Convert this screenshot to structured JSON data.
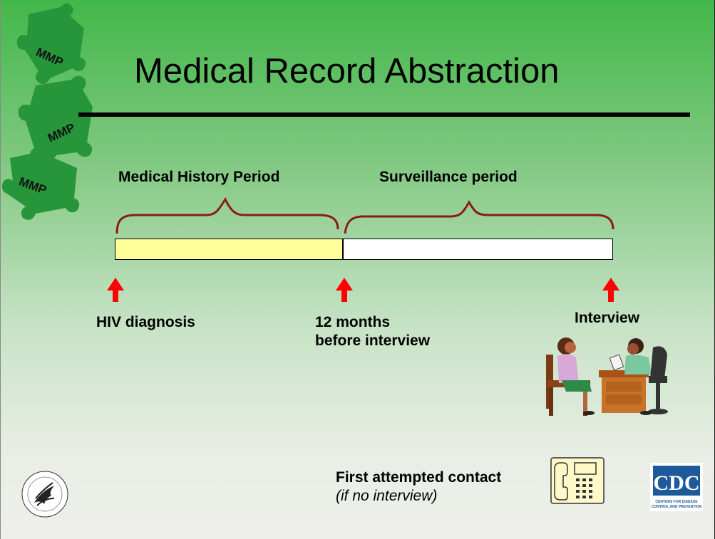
{
  "slide": {
    "title": "Medical Record Abstraction",
    "puzzle_label": "MMP"
  },
  "periods": {
    "history_label": "Medical History Period",
    "surveillance_label": "Surveillance period"
  },
  "markers": {
    "hiv_diagnosis": "HIV diagnosis",
    "twelve_months_line1": "12 months",
    "twelve_months_line2": "before interview",
    "interview": "Interview"
  },
  "contact": {
    "line1": "First attempted contact",
    "line2": "(if no interview)"
  },
  "logos": {
    "cdc_text": "CDC",
    "cdc_subtext_1": "CENTERS FOR DISEASE",
    "cdc_subtext_2": "CONTROL AND PREVENTION"
  },
  "colors": {
    "background_top": "#43b74a",
    "background_bottom": "#eeeeea",
    "puzzle_green": "#27953a",
    "brace": "#8b1a1a",
    "arrow": "#ff0000",
    "history_bar": "#ffff99",
    "surveillance_bar": "#ffffff",
    "cdc_blue": "#1d5a9a"
  }
}
